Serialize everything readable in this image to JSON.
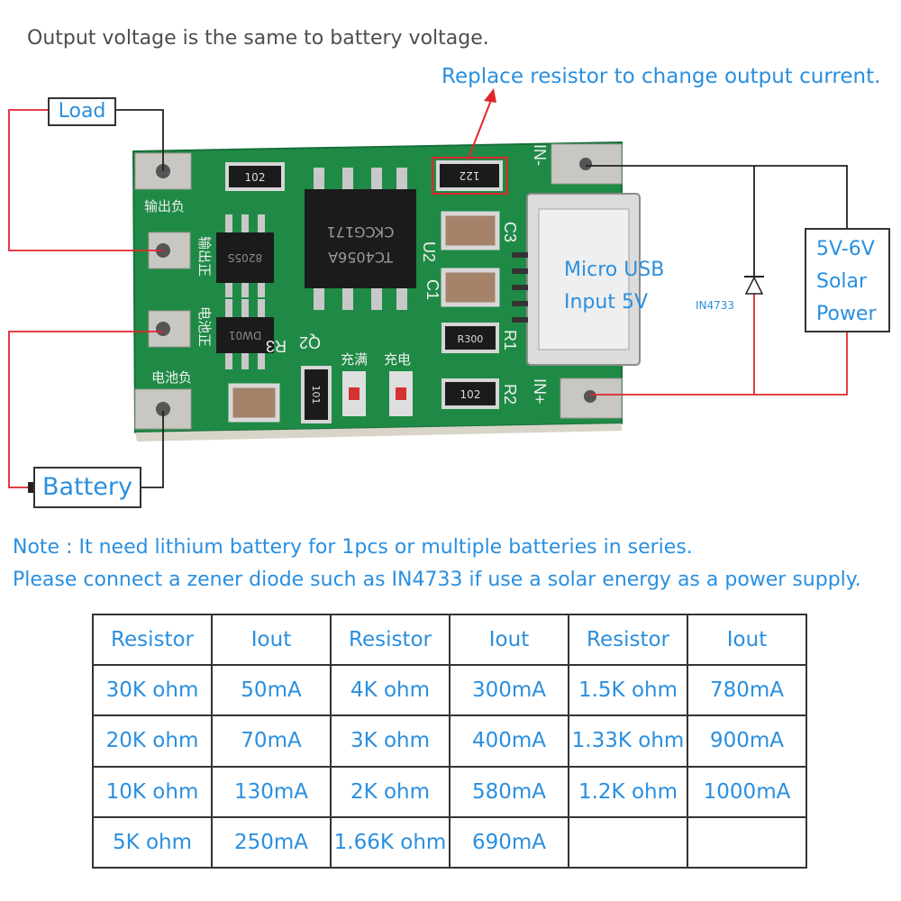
{
  "header": {
    "note": "Output voltage is the same to battery voltage.",
    "replace_note": "Replace resistor to change output current."
  },
  "labels": {
    "load": "Load",
    "battery": "Battery",
    "solar_lines": [
      "5V-6V",
      "Solar",
      "Power"
    ],
    "usb_lines": [
      "Micro USB",
      "Input 5V"
    ],
    "diode": "IN4733"
  },
  "board": {
    "chip_u2": "TC4056A",
    "chip_code": "CKCG171",
    "silk_u2": "U2",
    "silk_c3": "C3",
    "silk_c1": "C1",
    "silk_r1": "R1",
    "silk_r2": "R2",
    "silk_r3": "R3",
    "silk_q2": "Q2",
    "pin_in_minus": "IN-",
    "pin_in_plus": "IN+",
    "silk_out_neg": "输出负",
    "silk_out_pos": "输出正",
    "silk_bat_pos": "电池正",
    "silk_bat_neg": "电池负",
    "silk_charge": "充满",
    "silk_charging": "充电",
    "resistor_122": "122",
    "resistor_102": "102",
    "resistor_r300": "R300",
    "resistor_101": "101",
    "resistor_102b": "102",
    "mosfet_top": "8205S",
    "mosfet_bottom": "DW01"
  },
  "notes": {
    "line1": "Note : It need lithium battery for 1pcs or multiple batteries in series.",
    "line2": "Please connect a zener diode such as IN4733 if use a solar energy as a power supply."
  },
  "table": {
    "headers": [
      "Resistor",
      "Iout",
      "Resistor",
      "Iout",
      "Resistor",
      "Iout"
    ],
    "rows": [
      [
        "30K ohm",
        "50mA",
        "4K ohm",
        "300mA",
        "1.5K ohm",
        "780mA"
      ],
      [
        "20K ohm",
        "70mA",
        "3K ohm",
        "400mA",
        "1.33K ohm",
        "900mA"
      ],
      [
        "10K ohm",
        "130mA",
        "2K ohm",
        "580mA",
        "1.2K ohm",
        "1000mA"
      ],
      [
        "5K ohm",
        "250mA",
        "1.66K ohm",
        "690mA",
        "",
        ""
      ]
    ]
  },
  "colors": {
    "text_blue": "#2a8fdf",
    "wire_red": "#e0262b",
    "wire_black": "#222222",
    "pcb_green": "#1f8a46",
    "pad_silver": "#c9c7c2"
  }
}
